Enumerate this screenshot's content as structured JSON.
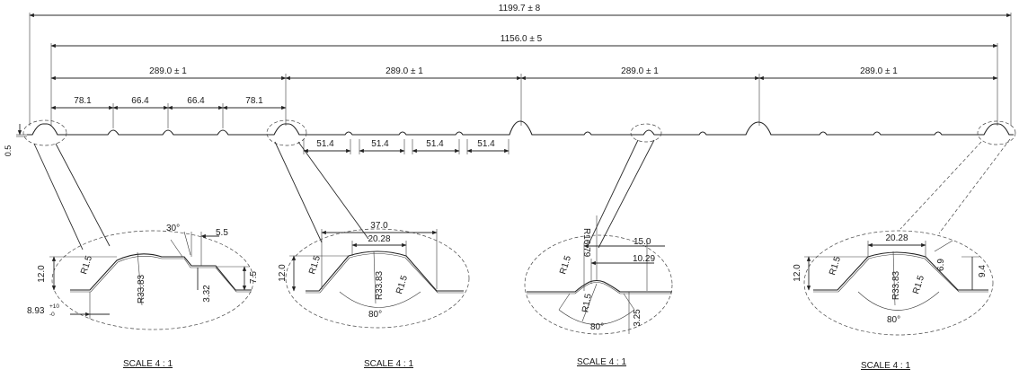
{
  "overall": {
    "total_width": "1199.7 ± 8",
    "cover_width": "1156.0 ± 5",
    "pitches": [
      "289.0 ± 1",
      "289.0 ± 1",
      "289.0 ± 1",
      "289.0 ± 1"
    ],
    "minor_spacing": [
      "78.1",
      "66.4",
      "66.4",
      "78.1"
    ],
    "rib_spacing": [
      "51.4",
      "51.4",
      "51.4",
      "51.4"
    ],
    "thickness": "0.5"
  },
  "detail_a": {
    "height": "12.0",
    "radius_small": "R1.5",
    "radius_large": "R33.83",
    "angle": "30°",
    "step": "5.5",
    "step_height": "3.32",
    "right_height": "7.5",
    "edge": "8.93",
    "tol_upper": "+10",
    "tol_lower": "-0",
    "scale": "SCALE 4 : 1"
  },
  "detail_b": {
    "width": "37.0",
    "top_width": "20.28",
    "height": "12.0",
    "radius_left": "R1.5",
    "radius_large": "R33.83",
    "radius_right": "R1.5",
    "angle": "80°",
    "scale": "SCALE 4 : 1"
  },
  "detail_c": {
    "radius_large": "R16.79",
    "radius_left": "R1.5",
    "width": "15.0",
    "inner_width": "10.29",
    "radius_bottom": "R1.5",
    "angle": "80°",
    "depth": "3.25",
    "scale": "SCALE 4 : 1"
  },
  "detail_d": {
    "top_width": "20.28",
    "height": "12.0",
    "radius_left": "R1.5",
    "radius_large": "R33.83",
    "radius_right": "R1.5",
    "side_a": "6.9",
    "side_b": "9.4",
    "angle": "80°",
    "scale": "SCALE 4 : 1"
  }
}
